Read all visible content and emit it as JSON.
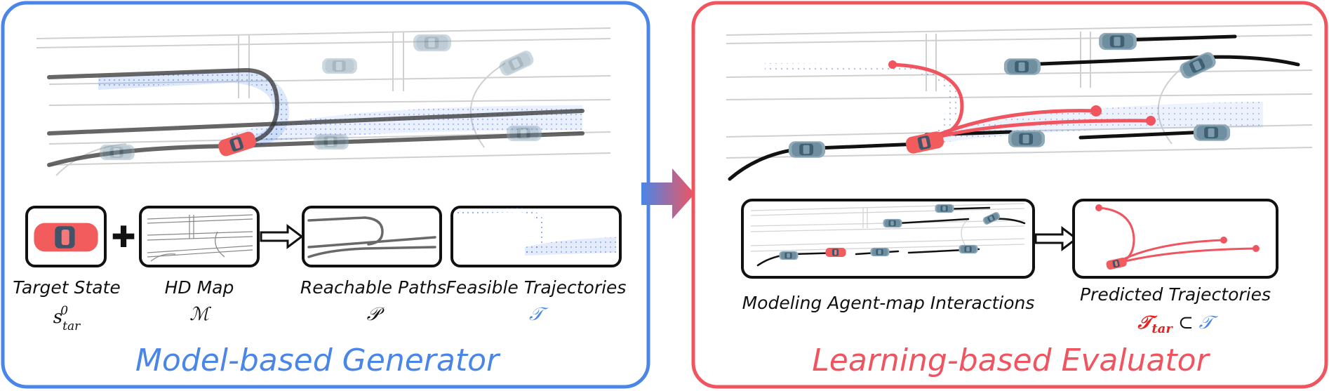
{
  "left_panel": {
    "title": "Model-based Generator",
    "steps": [
      {
        "label": "Target State",
        "symbol": "s",
        "symbol_sup": "0",
        "symbol_sub": "tar"
      },
      {
        "label": "HD Map",
        "symbol": "ℳ"
      },
      {
        "label": "Reachable Paths",
        "symbol": "𝒫"
      },
      {
        "label": "Feasible Trajectories",
        "symbol": "𝒯"
      }
    ],
    "operators": {
      "plus": "✚"
    }
  },
  "right_panel": {
    "title": "Learning-based Evaluator",
    "steps": [
      {
        "label": "Modeling Agent-map Interactions"
      },
      {
        "label": "Predicted Trajectories"
      }
    ],
    "formula": {
      "lhs": "𝒯",
      "lhs_sub": "tar",
      "op": "⊂",
      "rhs": "𝒯"
    }
  },
  "colors": {
    "generator_blue": "#4a86e8",
    "evaluator_red": "#f0545f",
    "target_car": "#f25c5c",
    "agent_car": "#5d7f92",
    "path_gray": "#333333"
  }
}
